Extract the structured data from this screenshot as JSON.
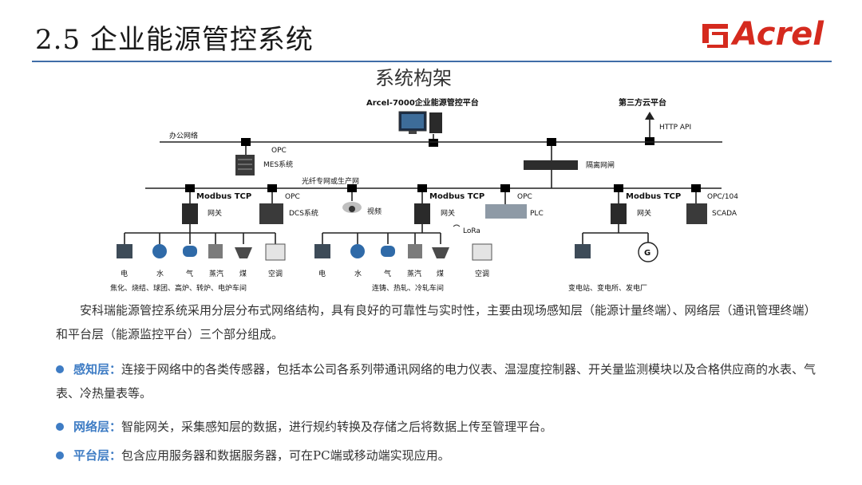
{
  "slide": {
    "title": "2.5 企业能源管控系统",
    "logo_text": "Acrel",
    "accent": "#3f6da7",
    "brand": "#d52a1e"
  },
  "diagram": {
    "title": "系统构架",
    "platform": "Arcel-7000企业能源管控平台",
    "cloud": "第三方云平台",
    "http_api": "HTTP API",
    "office_net": "办公网络",
    "opc": "OPC",
    "mes": "MES系统",
    "isolation": "隔离网闸",
    "fiber_net": "光纤专网或生产网",
    "modbus_tcp": "Modbus TCP",
    "gateway": "网关",
    "dcs": "DCS系统",
    "video": "视频",
    "plc": "PLC",
    "opc104": "OPC/104",
    "scada": "SCADA",
    "lora": "LoRa",
    "g_symbol": "G",
    "group1_labels": [
      "电",
      "水",
      "气",
      "蒸汽",
      "煤",
      "空调"
    ],
    "group1_caption": "焦化、烧结、球团、高炉、转炉、电炉车间",
    "group2_labels": [
      "电",
      "水",
      "气",
      "蒸汽",
      "煤",
      "空调"
    ],
    "group2_caption": "连铸、热轧、冷轧车间",
    "group3_caption": "变电站、变电所、发电厂"
  },
  "text": {
    "intro": "安科瑞能源管控系统采用分层分布式网络结构，具有良好的可靠性与实时性，主要由现场感知层（能源计量终端）、网络层（通讯管理终端）和平台层（能源监控平台）三个部分组成。",
    "bullets": [
      {
        "term": "感知层：",
        "desc": "连接于网络中的各类传感器，包括本公司各系列带通讯网络的电力仪表、温湿度控制器、开关量监测模块以及合格供应商的水表、气表、冷热量表等。"
      },
      {
        "term": "网络层：",
        "desc": "智能网关，采集感知层的数据，进行规约转换及存储之后将数据上传至管理平台。"
      },
      {
        "term": "平台层：",
        "desc": "包含应用服务器和数据服务器，可在PC端或移动端实现应用。"
      }
    ],
    "bullet_color": "#3e7cc4"
  }
}
